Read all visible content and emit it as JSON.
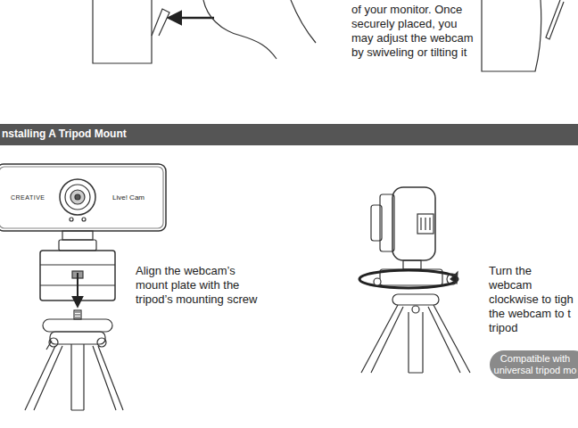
{
  "diagram": {
    "nodes": [
      {
        "text": [
          "nstalling A Tripod Mount"
        ]
      },
      {
        "text": [
          "Compatible with universal tripod mo"
        ]
      }
    ],
    "labels": [
      "of your monitor. Once securely placed, you may adjust the webcam by swiveling or tilting it",
      "CREATIVE",
      "Live! Cam",
      "Align the webcam’s mount plate with the tripod’s mounting screw",
      "Turn the webcam clockwise to tigh the webcam to t tripod"
    ]
  }
}
